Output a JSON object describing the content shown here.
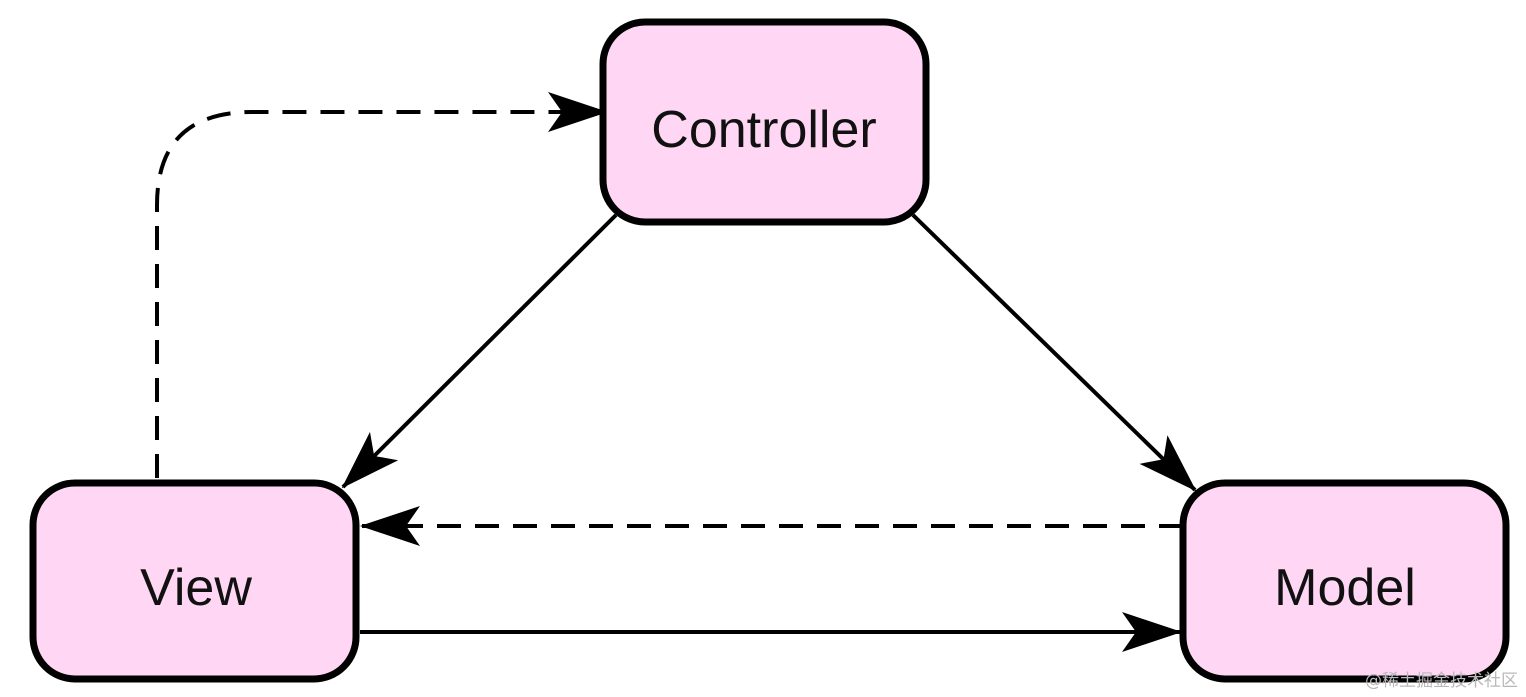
{
  "nodes": {
    "controller": {
      "label": "Controller"
    },
    "view": {
      "label": "View"
    },
    "model": {
      "label": "Model"
    }
  },
  "colors": {
    "node_fill": "#FFD7F5",
    "stroke": "#000000"
  },
  "watermark": "@稀土掘金技术社区"
}
